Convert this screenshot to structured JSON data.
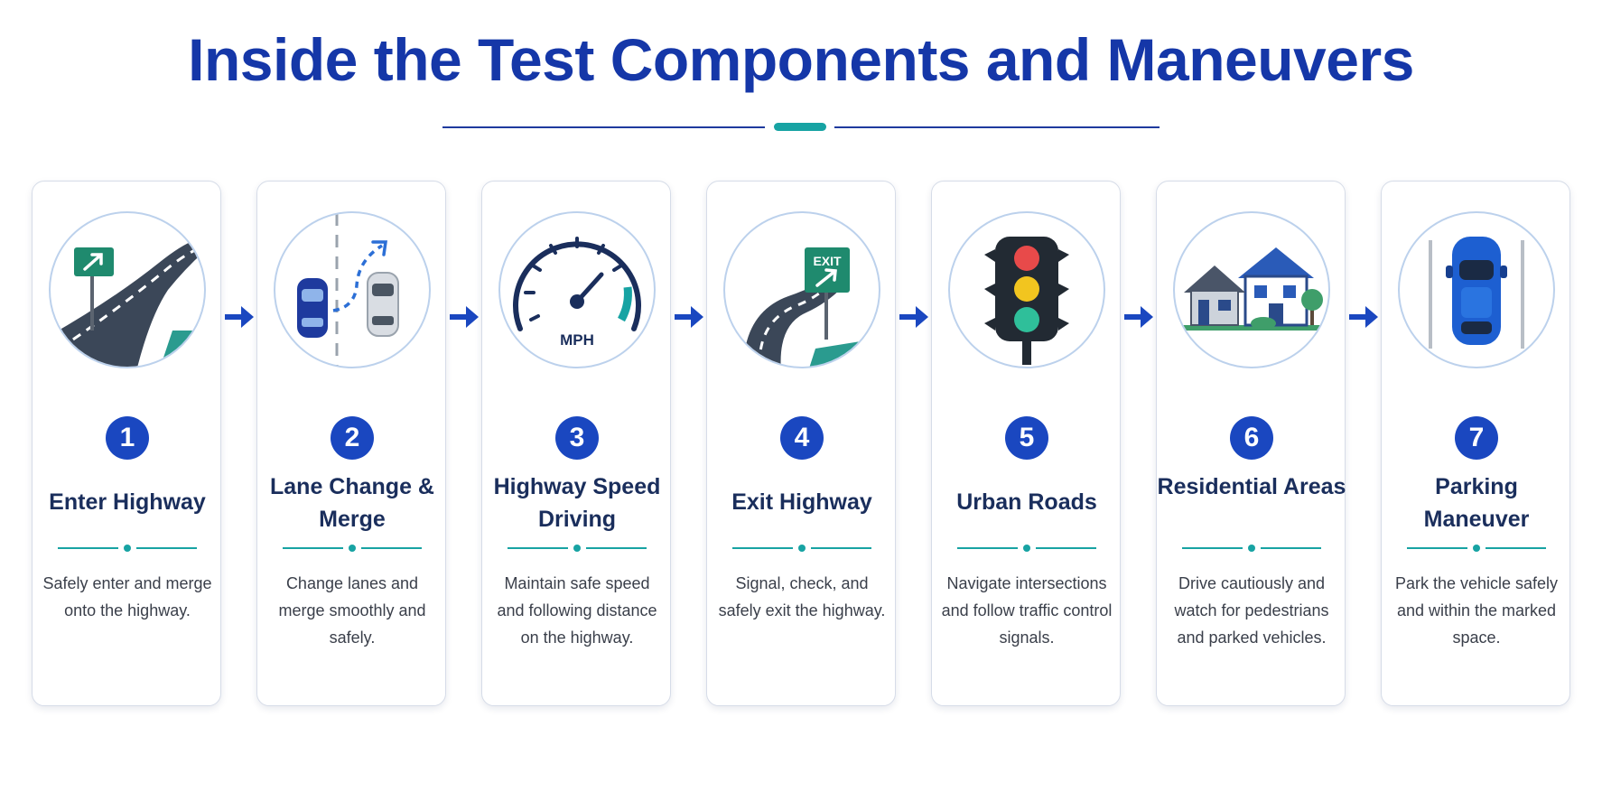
{
  "title": "Inside the Test Components and Maneuvers",
  "colors": {
    "title": "#1537a8",
    "badge": "#1a47c0",
    "accent": "#17a3a3",
    "arrow": "#1a47c0",
    "heading": "#1a2e5c"
  },
  "steps": [
    {
      "number": "1",
      "title": "Enter Highway",
      "description": "Safely enter and merge onto the highway.",
      "icon": "highway-entrance-icon"
    },
    {
      "number": "2",
      "title": "Lane Change & Merge",
      "description": "Change lanes and merge smoothly and safely.",
      "icon": "lane-change-icon"
    },
    {
      "number": "3",
      "title": "Highway Speed Driving",
      "description": "Maintain safe speed and following distance on the highway.",
      "icon": "speedometer-icon"
    },
    {
      "number": "4",
      "title": "Exit Highway",
      "description": "Signal, check, and safely exit the highway.",
      "icon": "highway-exit-icon",
      "sign_text": "EXIT"
    },
    {
      "number": "5",
      "title": "Urban Roads",
      "description": "Navigate intersections and follow traffic control signals.",
      "icon": "traffic-light-icon"
    },
    {
      "number": "6",
      "title": "Residential Areas",
      "description": "Drive cautiously and watch for pedestrians and parked vehicles.",
      "icon": "houses-icon"
    },
    {
      "number": "7",
      "title": "Parking Maneuver",
      "description": "Park the vehicle safely and within the marked space.",
      "icon": "parking-car-icon"
    }
  ],
  "speedometer_label": "MPH"
}
